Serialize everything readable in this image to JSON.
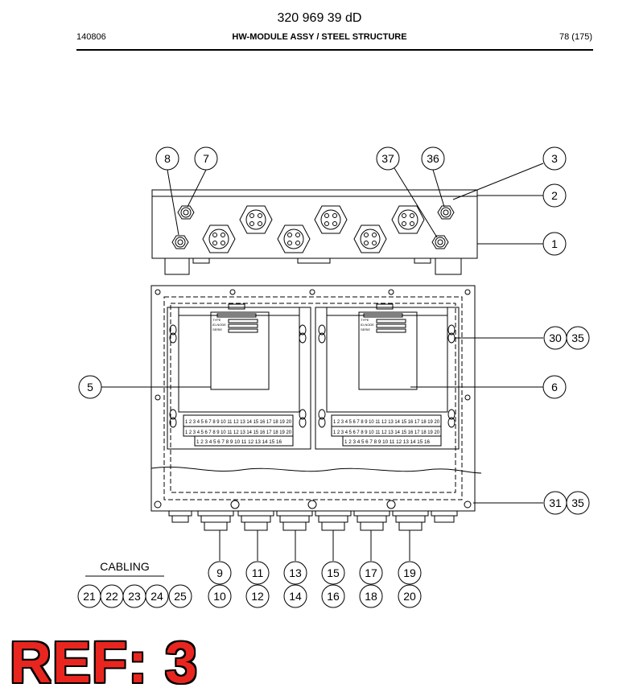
{
  "header": {
    "doc_number": "320 969 39 dD",
    "left": "140806",
    "title": "HW-MODULE ASSY / STEEL STRUCTURE",
    "page": "78 (175)"
  },
  "callouts": {
    "c8": "8",
    "c7": "7",
    "c37": "37",
    "c36": "36",
    "c3": "3",
    "c2": "2",
    "c1": "1",
    "c30": "30",
    "c35a": "35",
    "c5": "5",
    "c6": "6",
    "c31": "31",
    "c35b": "35",
    "c9": "9",
    "c10": "10",
    "c11": "11",
    "c12": "12",
    "c13": "13",
    "c14": "14",
    "c15": "15",
    "c16": "16",
    "c17": "17",
    "c18": "18",
    "c19": "19",
    "c20": "20",
    "c21": "21",
    "c22": "22",
    "c23": "23",
    "c24": "24",
    "c25": "25"
  },
  "cabling_label": "CABLING",
  "label_plate": {
    "type": "TYPE",
    "id": "ID-NODE",
    "serie": "SERIE"
  },
  "terminal_rows": {
    "row_a": "1 2 3 4 5 6 7 8 9 10 11 12 13 14 15 16 17 18 19 20",
    "row_b": "1 2 3 4 5 6 7 8 9 10 11 12 13 14 15 16 17 18 19 20",
    "row_c": "1 2 3 4 5 6 7 8 9 10 11 12 13 14 15 16"
  },
  "ref_stamp": "REF: 3"
}
